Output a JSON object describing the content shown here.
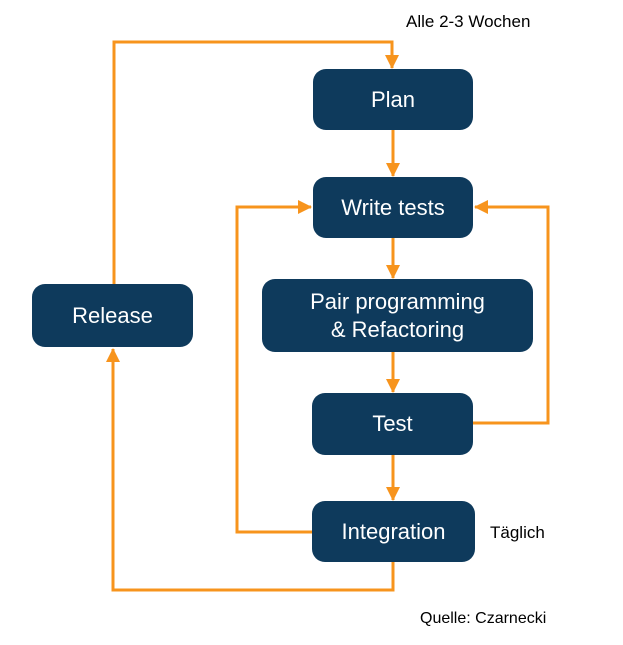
{
  "diagram": {
    "nodes": {
      "plan": {
        "label": "Plan"
      },
      "write_tests": {
        "label": "Write tests"
      },
      "pair": {
        "line1": "Pair programming",
        "line2": "& Refactoring"
      },
      "test": {
        "label": "Test"
      },
      "integration": {
        "label": "Integration"
      },
      "release": {
        "label": "Release"
      }
    },
    "annotations": {
      "cycle": "Alle 2-3 Wochen",
      "daily": "Täglich",
      "source": "Quelle: Czarnecki"
    },
    "colors": {
      "node_fill": "#0e3a5c",
      "node_text": "#ffffff",
      "arrow": "#f7941d",
      "label_text": "#000000",
      "background": "#ffffff"
    }
  }
}
